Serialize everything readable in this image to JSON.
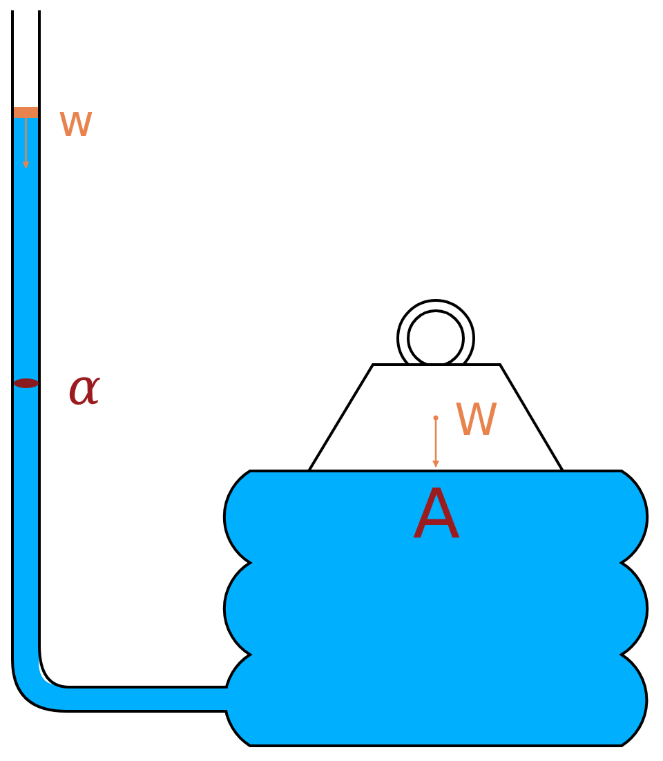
{
  "diagram": {
    "nodes": [
      {
        "text": [
          "W"
        ]
      },
      {
        "text": [
          "A"
        ]
      }
    ],
    "labels": [
      "w",
      "α"
    ]
  }
}
